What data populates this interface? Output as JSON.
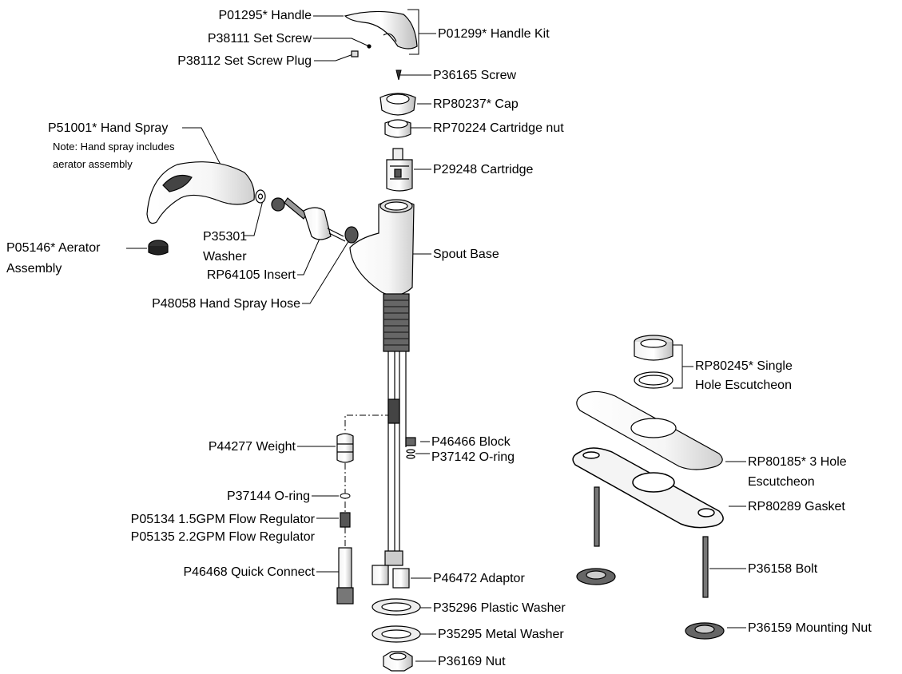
{
  "labels": {
    "handle": "P01295* Handle",
    "set_screw": "P38111 Set Screw",
    "set_screw_plug": "P38112 Set Screw Plug",
    "handle_kit": "P01299* Handle Kit",
    "screw": "P36165 Screw",
    "cap": "RP80237* Cap",
    "cartridge_nut": "RP70224 Cartridge nut",
    "cartridge": "P29248 Cartridge",
    "hand_spray": "P51001* Hand Spray",
    "hand_spray_note_1": "Note: Hand spray includes",
    "hand_spray_note_2": "aerator assembly",
    "aerator_1": "P05146* Aerator",
    "aerator_2": "Assembly",
    "washer_1": "P35301",
    "washer_2": "Washer",
    "insert": "RP64105 Insert",
    "hose": "P48058 Hand Spray Hose",
    "spout_base": "Spout Base",
    "single_esc_1": "RP80245* Single",
    "single_esc_2": "Hole Escutcheon",
    "three_esc_1": "RP80185* 3 Hole",
    "three_esc_2": "Escutcheon",
    "gasket": "RP80289 Gasket",
    "weight": "P44277 Weight",
    "block": "P46466 Block",
    "oring_small": "P37142 O-ring",
    "oring": "P37144 O-ring",
    "flow_15": "P05134 1.5GPM Flow Regulator",
    "flow_22": "P05135 2.2GPM Flow Regulator",
    "quick_connect": "P46468 Quick Connect",
    "adaptor": "P46472 Adaptor",
    "bolt": "P36158 Bolt",
    "plastic_washer": "P35296 Plastic Washer",
    "metal_washer": "P35295 Metal Washer",
    "mounting_nut": "P36159 Mounting Nut",
    "nut": "P36169 Nut"
  },
  "colors": {
    "line": "#000000",
    "part_fill": "#ffffff",
    "shade": "#9a9a9a",
    "dark": "#3a3a3a"
  }
}
